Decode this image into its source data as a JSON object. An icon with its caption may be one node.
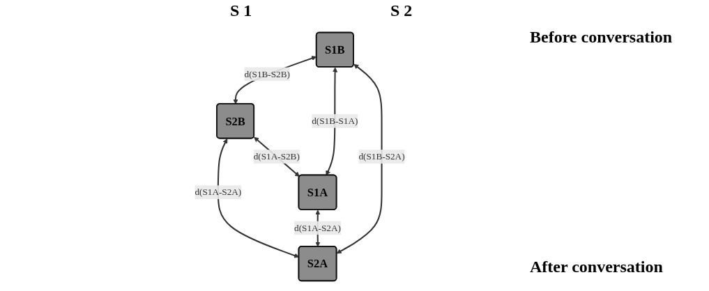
{
  "diagram": {
    "nodes": [
      {
        "text": [
          "S1B"
        ]
      },
      {
        "text": [
          "S2B"
        ]
      },
      {
        "text": [
          "S1A"
        ]
      },
      {
        "text": [
          "S2A"
        ]
      }
    ],
    "edges": [
      {
        "from": 0,
        "to": 1,
        "arrow": "both",
        "label": "d(S1B-S2B)"
      },
      {
        "from": 0,
        "to": 2,
        "arrow": "both",
        "label": "d(S1B-S1A)"
      },
      {
        "from": 1,
        "to": 3,
        "arrow": "both",
        "label": "d(S1A-S2A)"
      },
      {
        "from": 0,
        "to": 3,
        "arrow": "both",
        "label": "d(S1B-S2A)"
      },
      {
        "from": 1,
        "to": 2,
        "arrow": "both",
        "label": "d(S1A-S2B)"
      },
      {
        "from": 2,
        "to": 3,
        "arrow": "both",
        "label": "d(S1A-S2A)"
      }
    ],
    "labels": [
      "S 1",
      "S 2",
      "Before conversation",
      "After conversation"
    ]
  }
}
